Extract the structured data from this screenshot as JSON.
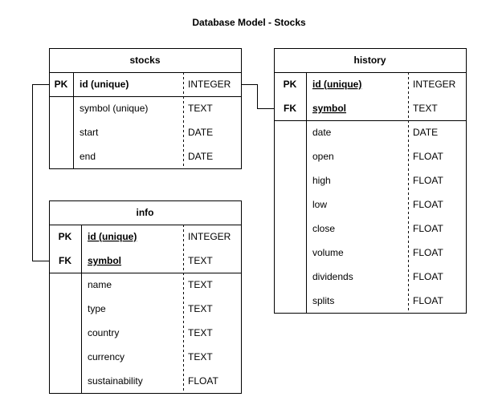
{
  "title": "Database Model - Stocks",
  "tables": [
    {
      "id": "stocks",
      "name": "stocks",
      "key_rows": [
        {
          "key": "PK",
          "field": "id (unique)",
          "type": "INTEGER",
          "field_bold": true,
          "field_underline": false
        }
      ],
      "rows": [
        {
          "field": "symbol (unique)",
          "type": "TEXT"
        },
        {
          "field": "start",
          "type": "DATE"
        },
        {
          "field": "end",
          "type": "DATE"
        }
      ]
    },
    {
      "id": "history",
      "name": "history",
      "key_rows": [
        {
          "key": "PK",
          "field": "id (unique)",
          "type": "INTEGER",
          "field_bold": true,
          "field_underline": true
        },
        {
          "key": "FK",
          "field": "symbol",
          "type": "TEXT",
          "field_bold": true,
          "field_underline": true
        }
      ],
      "rows": [
        {
          "field": "date",
          "type": "DATE"
        },
        {
          "field": "open",
          "type": "FLOAT"
        },
        {
          "field": "high",
          "type": "FLOAT"
        },
        {
          "field": "low",
          "type": "FLOAT"
        },
        {
          "field": "close",
          "type": "FLOAT"
        },
        {
          "field": "volume",
          "type": "FLOAT"
        },
        {
          "field": "dividends",
          "type": "FLOAT"
        },
        {
          "field": "splits",
          "type": "FLOAT"
        }
      ]
    },
    {
      "id": "info",
      "name": "info",
      "key_rows": [
        {
          "key": "PK",
          "field": "id (unique)",
          "type": "INTEGER",
          "field_bold": true,
          "field_underline": true
        },
        {
          "key": "FK",
          "field": "symbol",
          "type": "TEXT",
          "field_bold": true,
          "field_underline": true
        }
      ],
      "rows": [
        {
          "field": "name",
          "type": "TEXT"
        },
        {
          "field": "type",
          "type": "TEXT"
        },
        {
          "field": "country",
          "type": "TEXT"
        },
        {
          "field": "currency",
          "type": "TEXT"
        },
        {
          "field": "sustainability",
          "type": "FLOAT"
        }
      ]
    }
  ],
  "relations": [
    {
      "from_table": "stocks",
      "from_row": 0,
      "to_table": "history",
      "to_row": 1
    },
    {
      "from_table": "stocks",
      "from_row": 0,
      "to_table": "info",
      "to_row": 1
    }
  ]
}
